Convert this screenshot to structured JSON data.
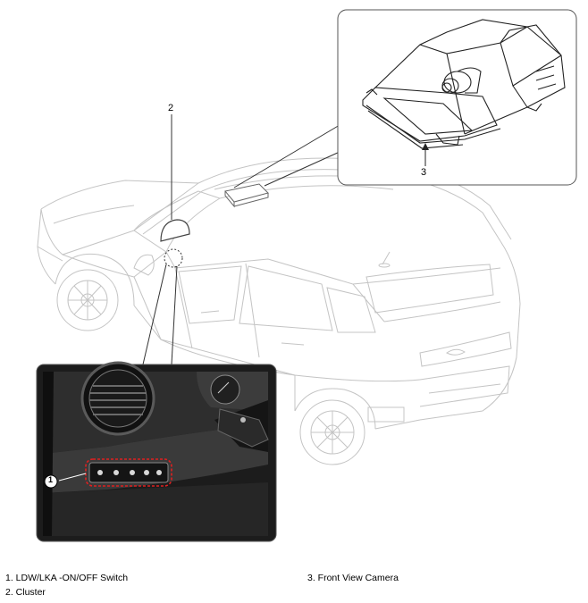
{
  "callouts": {
    "c1": "1",
    "c2": "2",
    "c3": "3"
  },
  "legend": {
    "item1": "1. LDW/LKA -ON/OFF Switch",
    "item2": "2. Cluster",
    "item3": "3. Front View Camera"
  }
}
